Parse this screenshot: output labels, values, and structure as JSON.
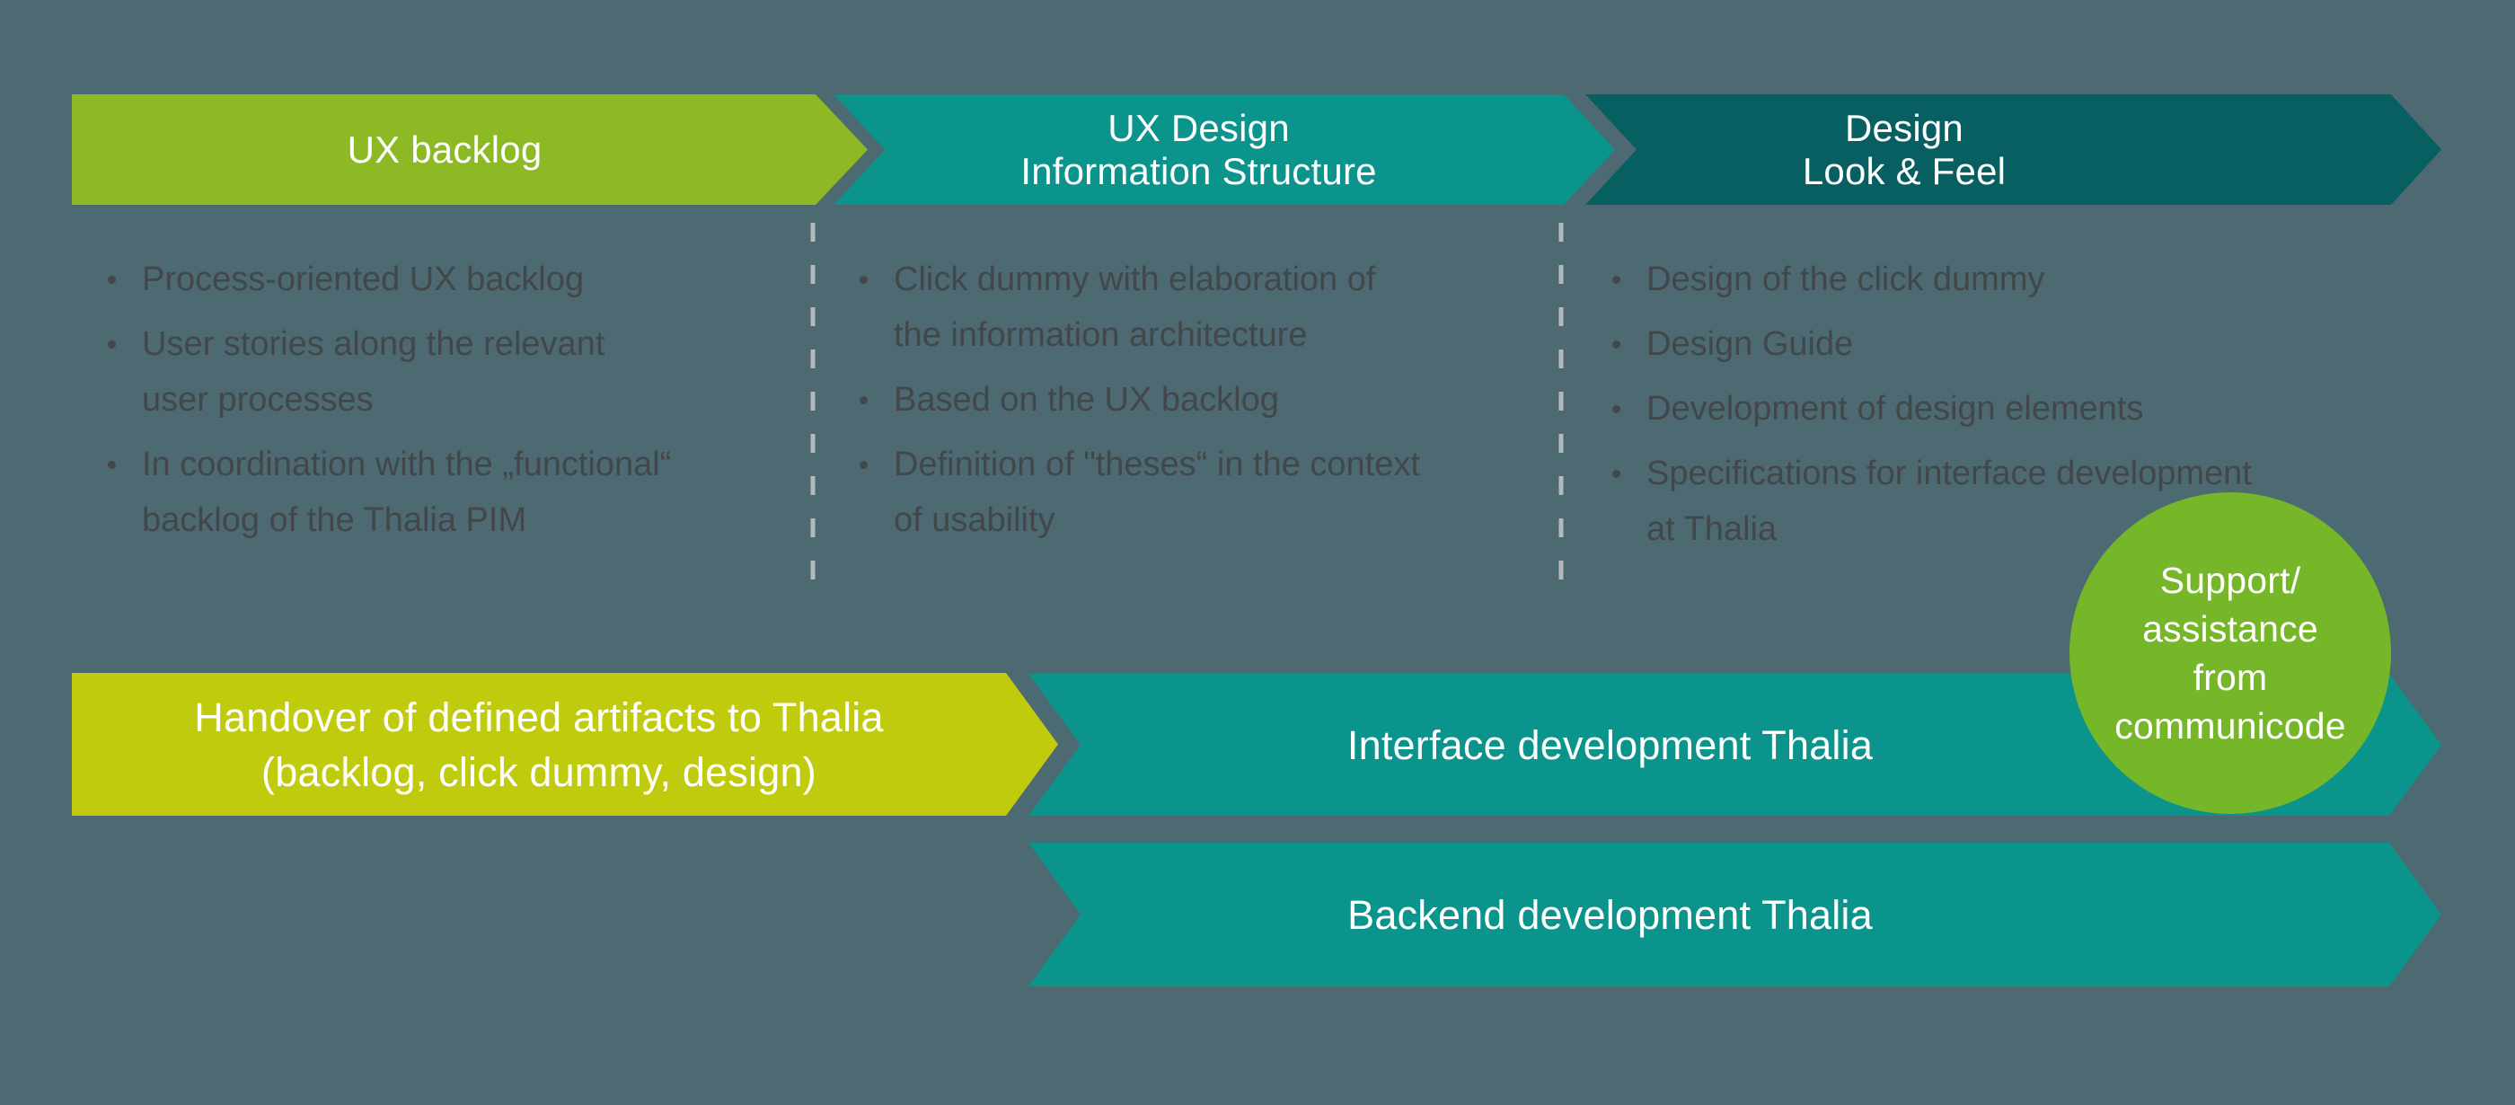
{
  "colors": {
    "background": "#4d6972",
    "phase_ux_backlog": "#8cb924",
    "phase_information_structure": "#0a948c",
    "phase_look_feel": "#075f61",
    "track_handover": "#c0cb0d",
    "track_interface": "#0a948c",
    "track_backend": "#0a948c",
    "badge": "#76b629",
    "bullet_text": "#42484a",
    "label_text": "#ffffff",
    "divider": "#b4babc"
  },
  "phases": [
    {
      "label": "UX backlog",
      "bullets": [
        "Process-oriented UX backlog",
        "User stories along the relevant\nuser processes",
        "In coordination with the „functional“\nbacklog of the Thalia PIM"
      ]
    },
    {
      "label": "UX Design\nInformation Structure",
      "bullets": [
        "Click dummy with elaboration of\nthe information architecture",
        "Based on the UX backlog",
        "Definition of \"theses“ in the context\nof usability"
      ]
    },
    {
      "label": "Design\nLook & Feel",
      "bullets": [
        "Design of the click dummy",
        "Design Guide",
        "Development of design elements",
        "Specifications for interface development\nat Thalia"
      ]
    }
  ],
  "tracks": {
    "handover": "Handover of defined artifacts to Thalia\n(backlog, click dummy, design)",
    "interface": "Interface development Thalia",
    "backend": "Backend development Thalia"
  },
  "badge": {
    "label": "Support/\nassistance\nfrom\ncommunicode"
  }
}
